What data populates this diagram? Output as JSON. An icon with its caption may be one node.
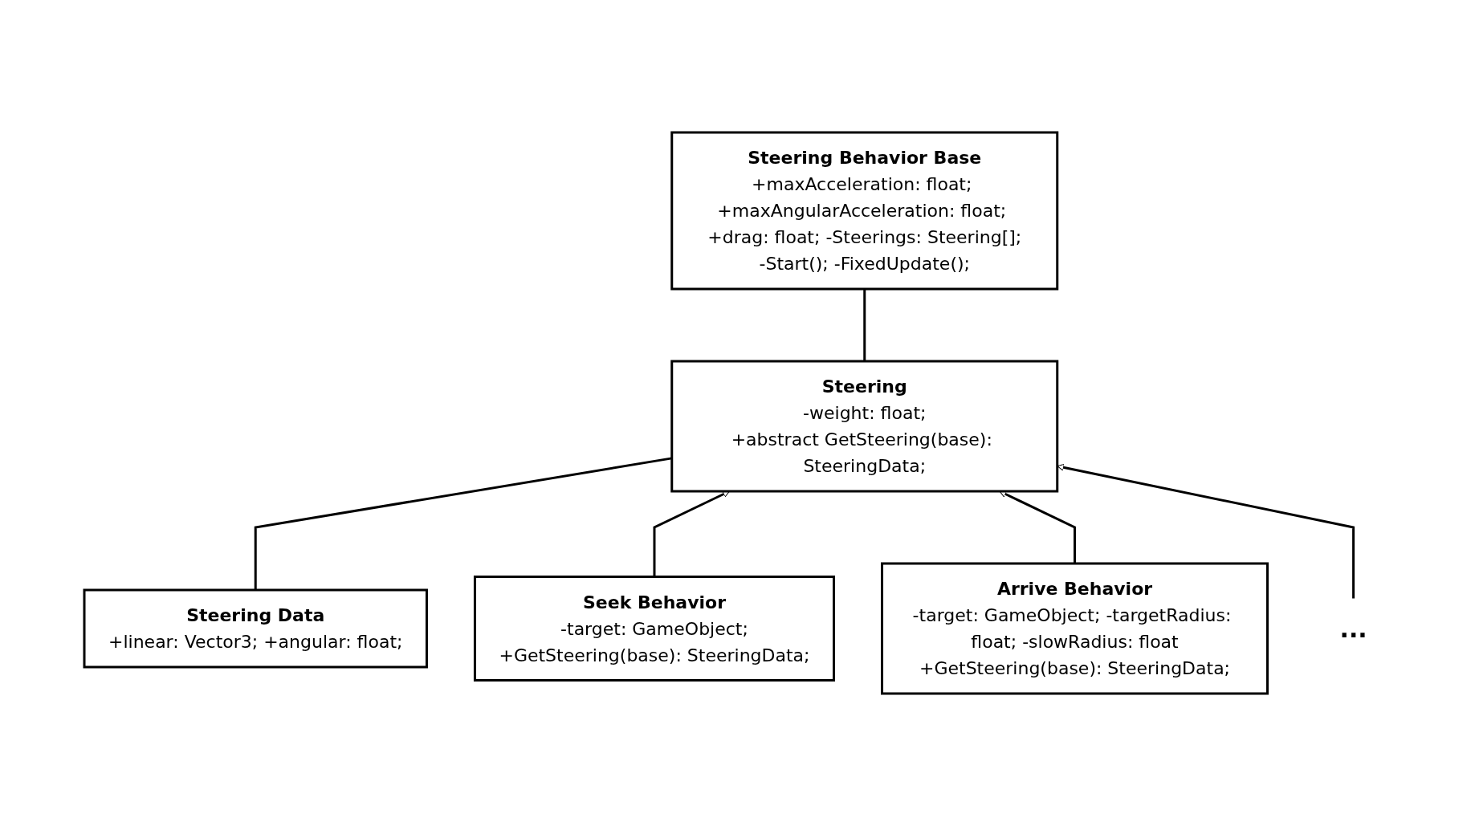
{
  "diagram": {
    "nodes": [
      {
        "text": [
          "Steering Data",
          "+linear: Vector3; +angular: float;"
        ]
      },
      {
        "text": [
          "Steering",
          "-weight: float;",
          "+abstract GetSteering(base): SteeringData;"
        ]
      },
      {
        "text": [
          "Steering Behavior Base",
          "+maxAcceleration: float; +maxAngularAcceleration: float; +drag: float; -Steerings: Steering[];",
          "-Start(); -FixedUpdate();"
        ]
      },
      {
        "text": [
          "Seek Behavior",
          "-target: GameObject;",
          "+GetSteering(base): SteeringData;"
        ]
      },
      {
        "text": [
          "Arrive Behavior",
          "-target: GameObject; -targetRadius: float; -slowRadius: float",
          "+GetSteering(base): SteeringData;"
        ]
      },
      {
        "text": [
          "..."
        ]
      }
    ],
    "edges": [
      {
        "from": 0,
        "to": 1,
        "arrow": "none"
      },
      {
        "from": 1,
        "to": 2,
        "arrow": "none"
      },
      {
        "from": 3,
        "to": 1,
        "arrow": "to"
      },
      {
        "from": 4,
        "to": 1,
        "arrow": "to"
      },
      {
        "from": 5,
        "to": 1,
        "arrow": "to"
      }
    ]
  }
}
